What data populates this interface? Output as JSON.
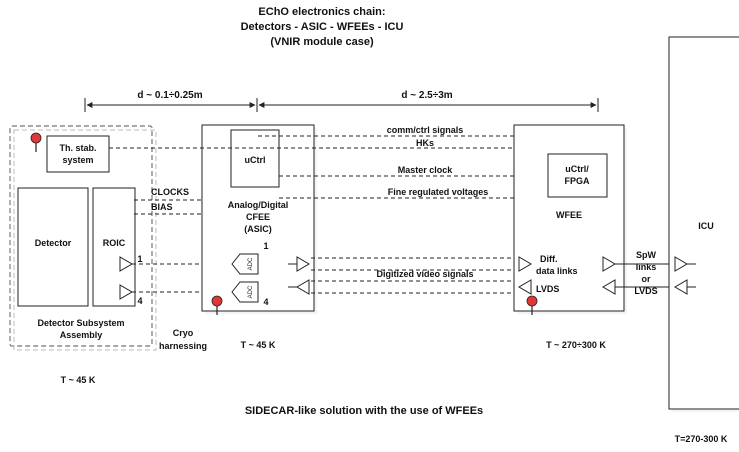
{
  "title": {
    "line1": "EChO electronics chain:",
    "line2": "Detectors - ASIC - WFEEs - ICU",
    "line3": "(VNIR module case)"
  },
  "distances": {
    "short": "d ~ 0.1÷0.25m",
    "long": "d ~ 2.5÷3m"
  },
  "detector_assembly": {
    "stab_line1": "Th. stab.",
    "stab_line2": "system",
    "detector": "Detector",
    "roic": "ROIC",
    "ch_first": "1",
    "ch_last": "4",
    "caption_line1": "Detector Subsystem",
    "caption_line2": "Assembly",
    "temperature": "T ~ 45 K"
  },
  "signals_short": {
    "clocks": "CLOCKS",
    "bias": "BIAS"
  },
  "asic": {
    "uctrl": "uCtrl",
    "line1": "Analog/Digital",
    "line2": "CFEE",
    "line3": "(ASIC)",
    "ch_first": "1",
    "ch_last": "4",
    "adc": "ADC",
    "temperature": "T ~ 45 K"
  },
  "cryo": {
    "line1": "Cryo",
    "line2": "harnessing"
  },
  "signals_long": {
    "comm": "comm/ctrl  signals",
    "hks": "HKs",
    "clock": "Master clock",
    "voltages": "Fine regulated voltages",
    "video": "Digitized video signals"
  },
  "wfee": {
    "fpga_line1": "uCtrl/",
    "fpga_line2": "FPGA",
    "label": "WFEE",
    "diff_line1": "Diff.",
    "diff_line2": "data links",
    "lvds": "LVDS",
    "temperature": "T ~ 270÷300 K"
  },
  "spw": {
    "line1": "SpW",
    "line2": "links",
    "line3": "or",
    "line4": "LVDS"
  },
  "icu": {
    "label": "ICU",
    "temperature": "T=270-300 K"
  },
  "footer": "SIDECAR-like  solution with the use of WFEEs"
}
